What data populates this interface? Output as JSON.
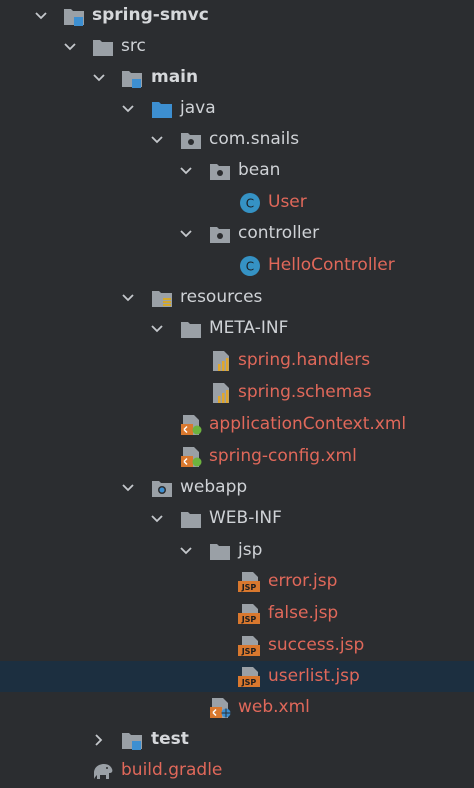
{
  "tree": {
    "root": "spring-smvc",
    "src": "src",
    "main": "main",
    "java": "java",
    "package": "com.snails",
    "bean": "bean",
    "user_class": "User",
    "controller": "controller",
    "controller_class": "HelloController",
    "resources": "resources",
    "meta_inf": "META-INF",
    "spring_handlers": "spring.handlers",
    "spring_schemas": "spring.schemas",
    "app_context": "applicationContext.xml",
    "spring_config": "spring-config.xml",
    "webapp": "webapp",
    "web_inf": "WEB-INF",
    "jsp_folder": "jsp",
    "jsp_files": [
      "error.jsp",
      "false.jsp",
      "success.jsp",
      "userlist.jsp"
    ],
    "web_xml": "web.xml",
    "test": "test",
    "build_gradle": "build.gradle"
  },
  "icon_badges": {
    "class": "C",
    "jsp": "JSP"
  },
  "colors": {
    "background": "#2b2d30",
    "selection": "#1c2f40",
    "modified_text": "#e0685a",
    "folder": "#9aa0a6",
    "source_folder": "#3d8fd1",
    "class_icon": "#3592c4",
    "jsp_icon": "#d9782e"
  }
}
